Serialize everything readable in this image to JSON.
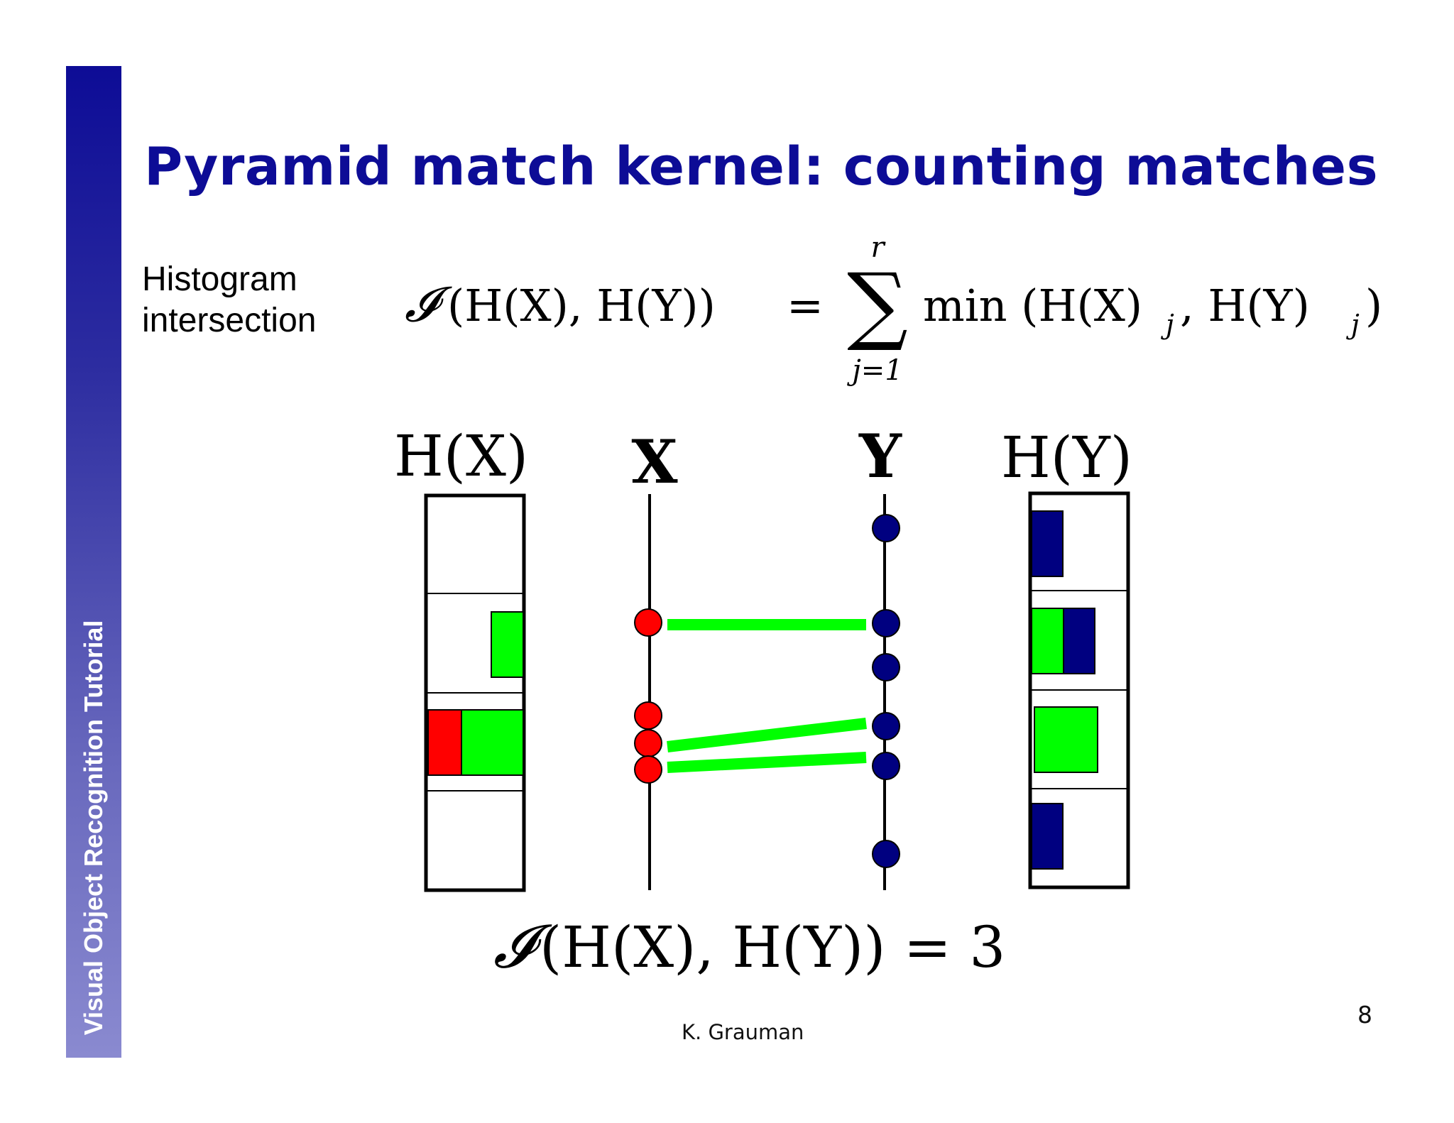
{
  "slide": {
    "title": "Pyramid match kernel: counting matches",
    "sidebar_text": "Visual Object Recognition Tutorial",
    "label_line1": "Histogram",
    "label_line2": "intersection",
    "credit": "K. Grauman",
    "page_number": "8"
  },
  "formula": {
    "lhs_I": "𝓘",
    "lhs_args": "(H(X), H(Y))",
    "equals": "=",
    "sum_upper": "r",
    "sum_symbol": "∑",
    "sum_lower": "j=1",
    "rhs": "min (H(X)",
    "rhs_sub1": "j",
    "rhs_mid": ", H(Y)",
    "rhs_sub2": "j",
    "rhs_close": ")"
  },
  "diagram": {
    "label_hx": "H(X)",
    "label_x": "X",
    "label_y": "Y",
    "label_hy": "H(Y)",
    "result_I": "𝓘",
    "result_args": "(H(X), H(Y)) = 3",
    "colors": {
      "x_points": "#ff0000",
      "y_points": "#000080",
      "match_lines": "#00ff00",
      "outline": "#000000"
    }
  }
}
